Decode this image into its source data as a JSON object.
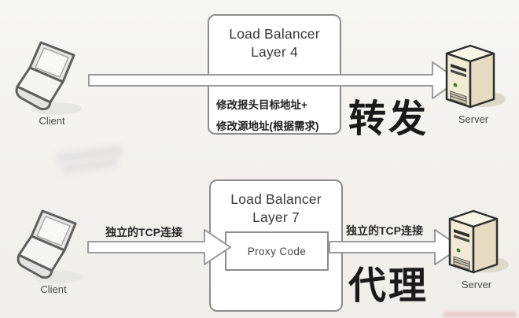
{
  "l4": {
    "client_label": "Client",
    "server_label": "Server",
    "title_line1": "Load Balancer",
    "title_line2": "Layer 4",
    "note_line1": "修改报头目标地址+",
    "note_line2": "修改源地址(根据需求)",
    "mode_label": "转发"
  },
  "l7": {
    "client_label": "Client",
    "server_label": "Server",
    "title_line1": "Load Balancer",
    "title_line2": "Layer 7",
    "proxy_label": "Proxy Code",
    "left_arrow_label": "独立的TCP连接",
    "right_arrow_label": "独立的TCP连接",
    "mode_label": "代理"
  },
  "icons": {
    "client": "laptop-icon",
    "server": "server-tower-icon",
    "arrow": "block-arrow-right-icon"
  },
  "colors": {
    "background": "#f3f2ef",
    "box_border": "#8c8c8c",
    "arrow_outline": "#9c9c9c",
    "title_text": "#383838",
    "note_text": "#1f1f1f",
    "mode_text": "#1a1a1a",
    "label_text": "#4c4c4c",
    "server_front": "#f1ebd6",
    "server_side": "#e4dbc0",
    "server_top": "#faf6e6",
    "led_green": "#3a7d2c"
  }
}
